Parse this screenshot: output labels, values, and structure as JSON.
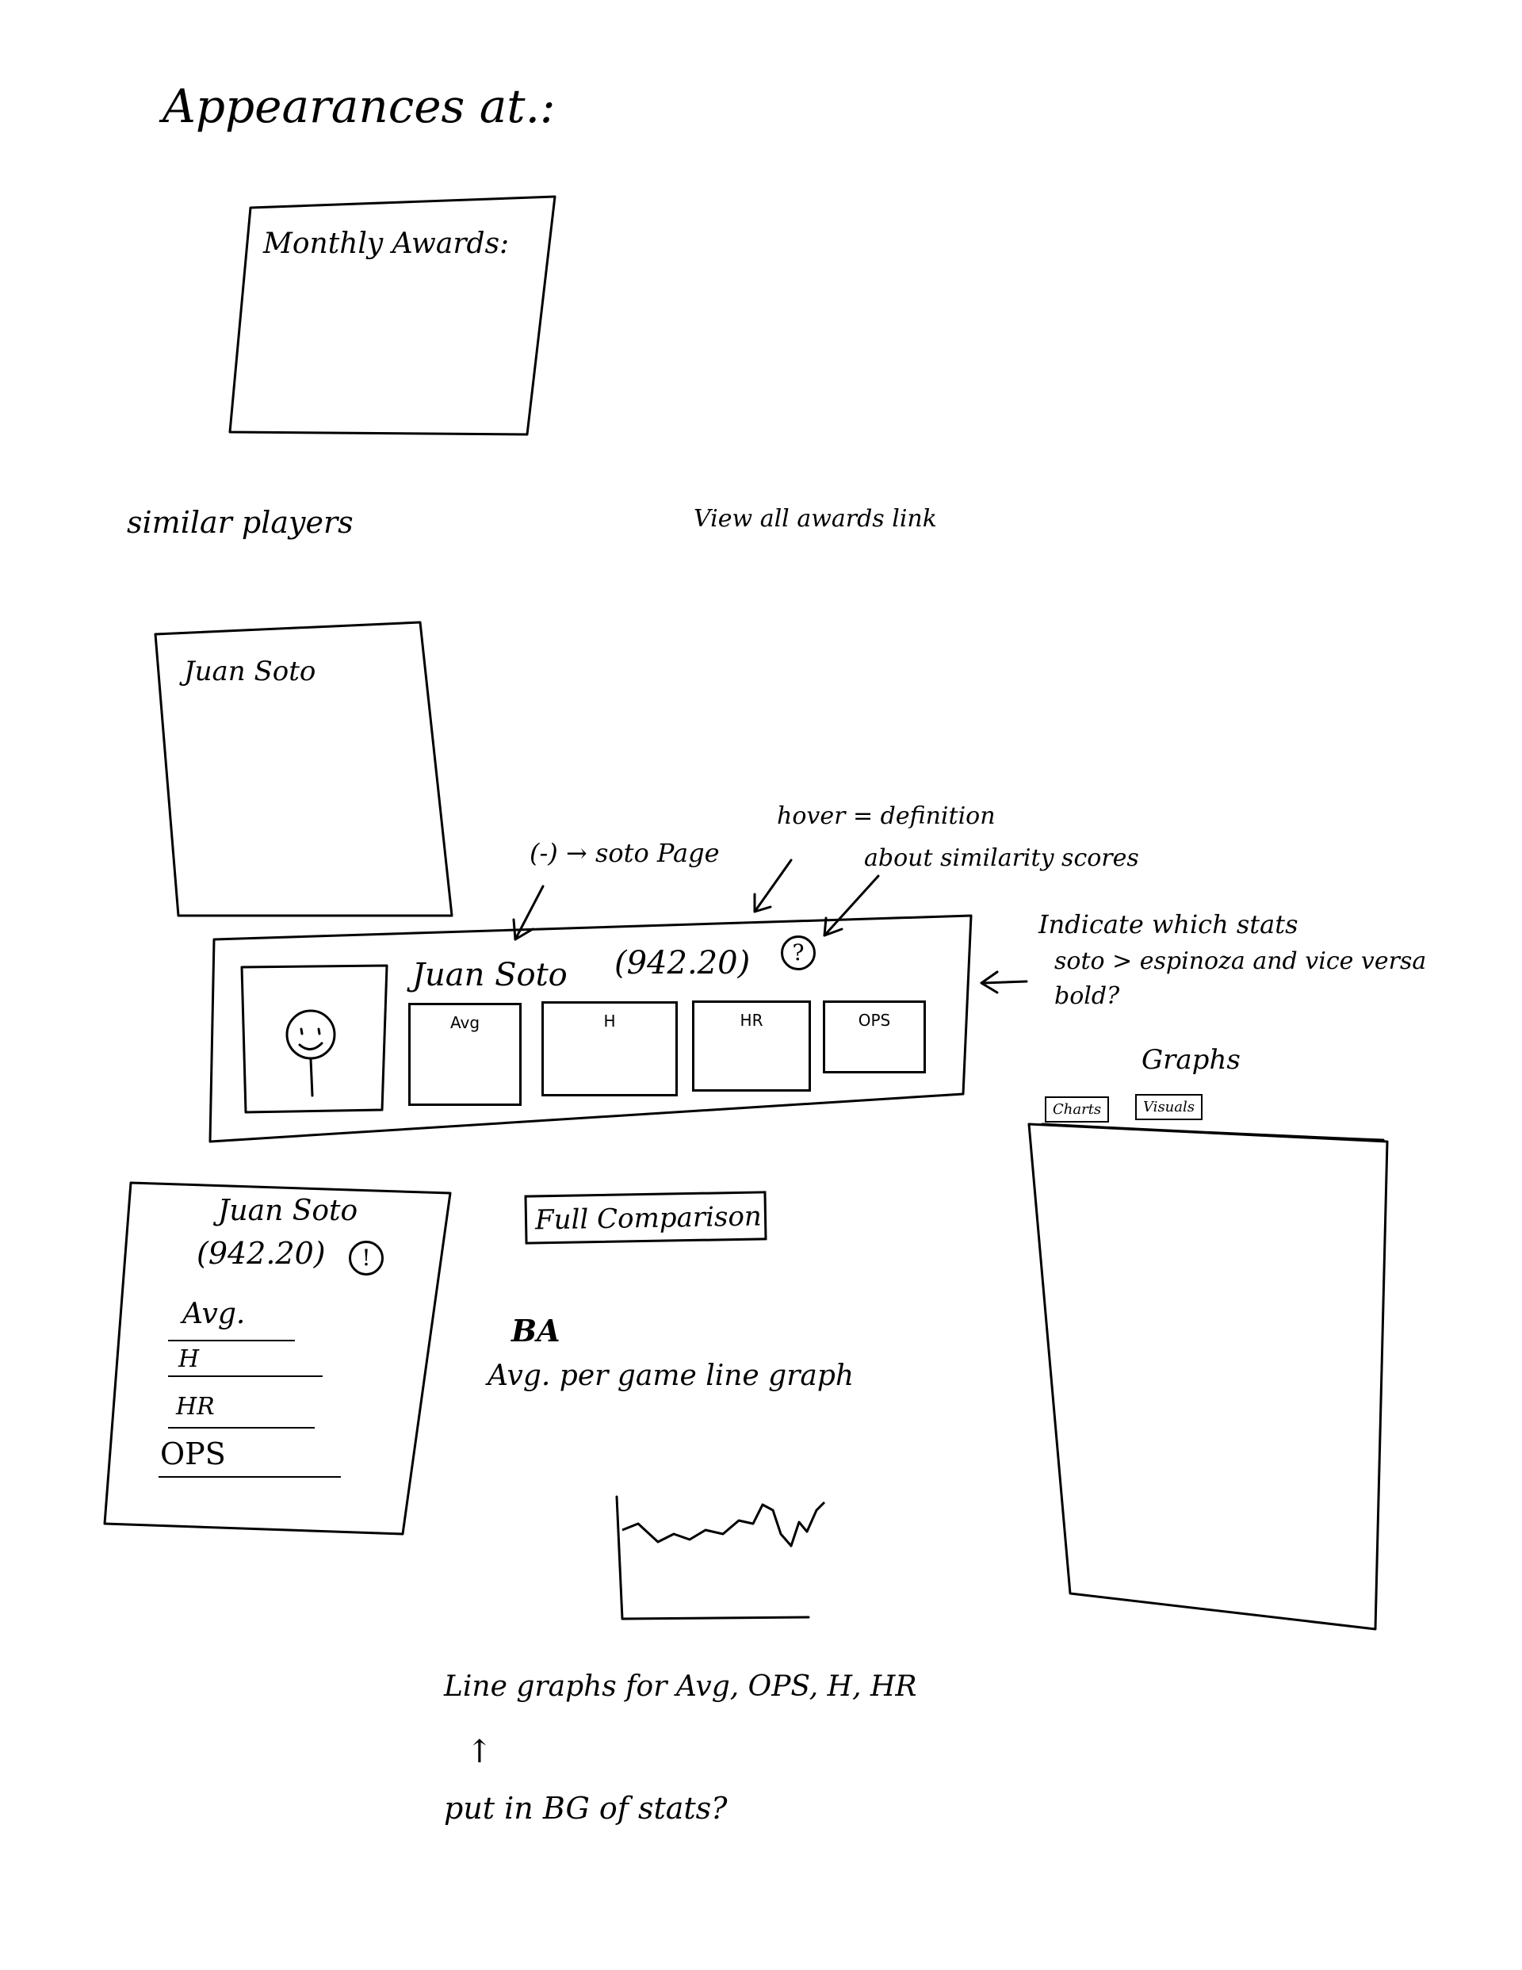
{
  "page": {
    "title": "Appearances at.:",
    "monthly_awards_label": "Monthly Awards:",
    "similar_players_label": "similar players",
    "view_all_awards_link": "View all awards link"
  },
  "similar_card": {
    "player_name": "Juan Soto"
  },
  "annotations": {
    "soto_page": "(-) → soto Page",
    "hover_definition": "hover = definition",
    "about_similarity": "about similarity scores",
    "indicate_line1": "Indicate which stats",
    "indicate_line2": "soto > espinoza and vice versa",
    "indicate_line3": "bold?"
  },
  "comparison_row": {
    "player_name": "Juan Soto",
    "score": "(942.20)",
    "help_icon": "question-icon",
    "stats": [
      "Avg",
      "H",
      "HR",
      "OPS"
    ]
  },
  "mobile_card": {
    "player_name": "Juan Soto",
    "score": "(942.20)",
    "stats": [
      "Avg.",
      "H",
      "HR",
      "OPS"
    ]
  },
  "full_comparison_button": "Full Comparison",
  "ba_section": {
    "heading": "BA",
    "caption": "Avg. per game line graph"
  },
  "graphs_panel": {
    "title": "Graphs",
    "tabs": [
      "Charts",
      "Visuals"
    ]
  },
  "notes": {
    "line_graphs": "Line graphs for Avg, OPS, H, HR",
    "put_in_bg": "put in BG of stats?"
  }
}
